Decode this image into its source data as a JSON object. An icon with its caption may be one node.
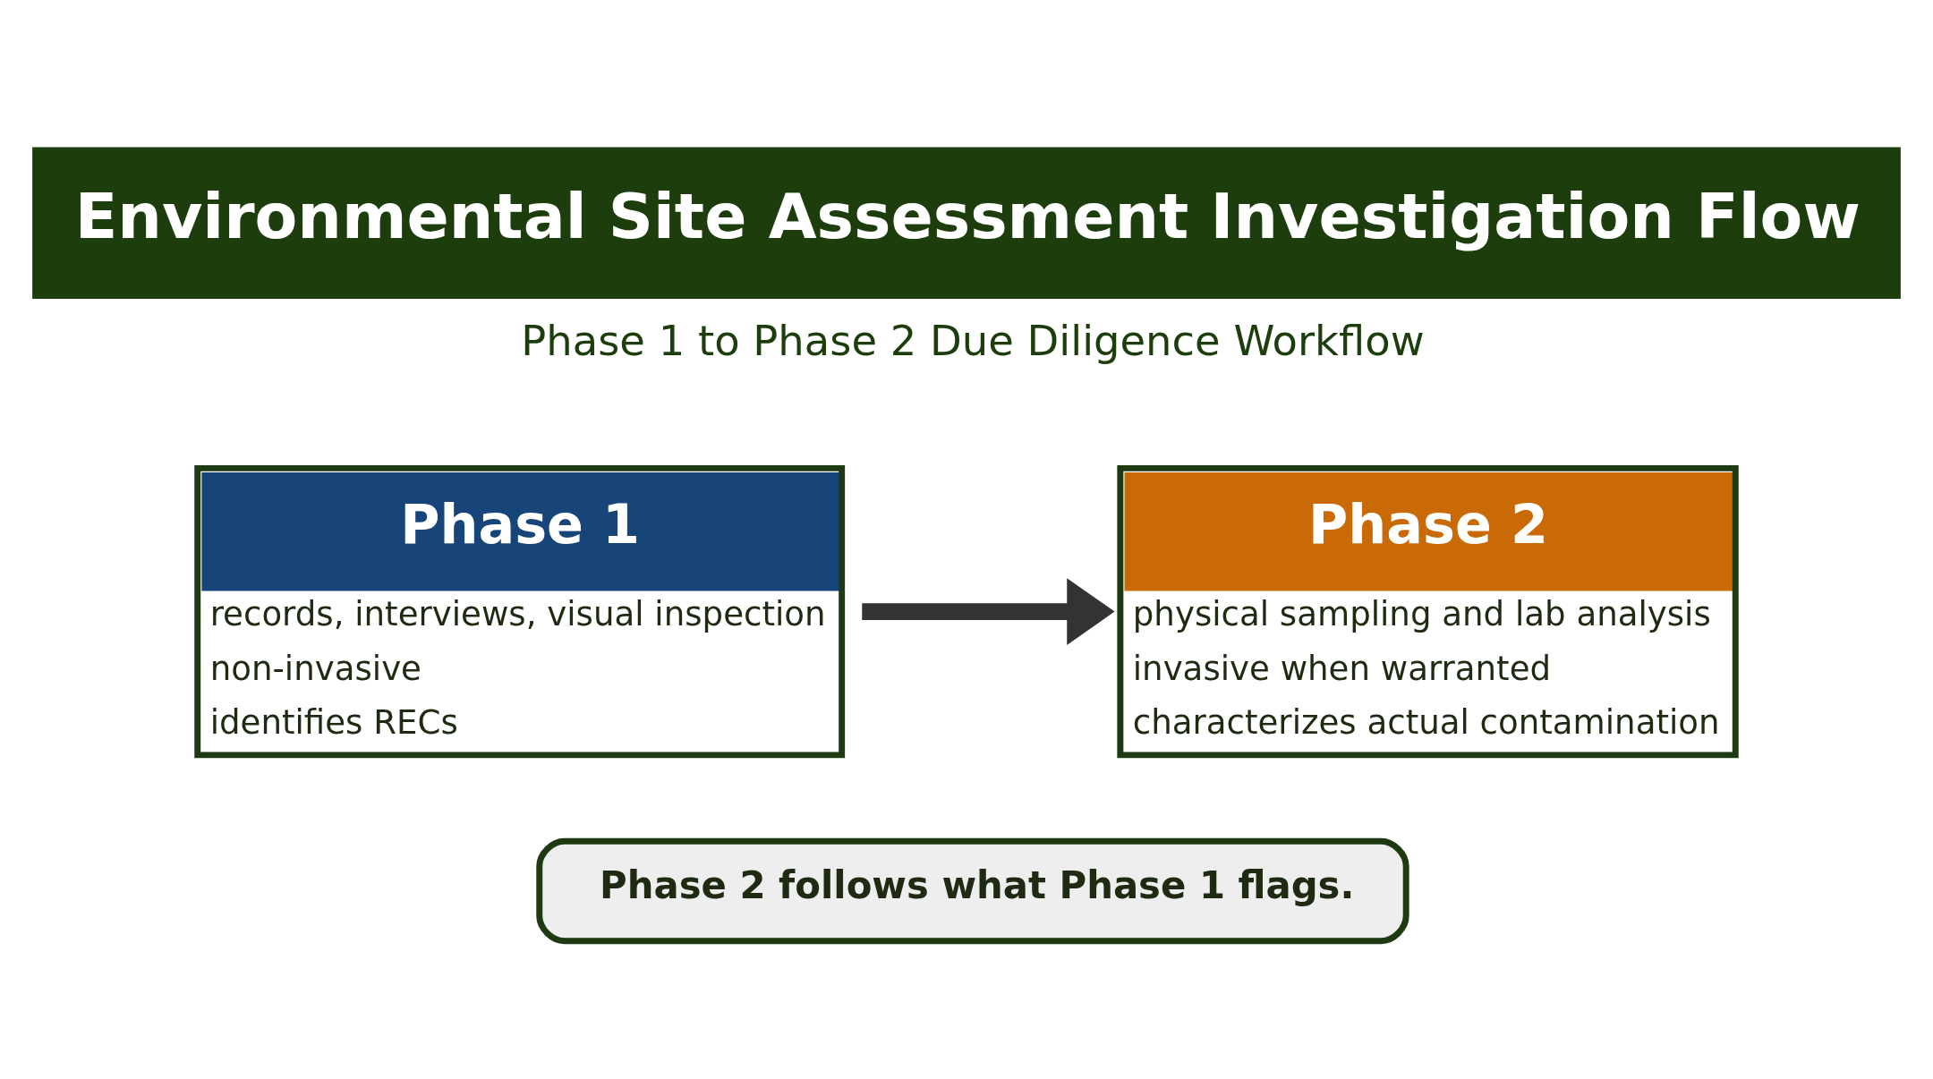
{
  "diagram": {
    "title": "Environmental Site Assessment Investigation Flow",
    "nodes": [
      {
        "text": [
          "Phase 1",
          "records, interviews, visual inspection",
          "non-invasive",
          "identifies RECs"
        ]
      },
      {
        "text": [
          "Phase 2",
          "physical sampling and lab analysis",
          "invasive when warranted",
          "characterizes actual contamination"
        ]
      },
      {
        "text": [
          "Phase 2 follows what Phase 1 flags."
        ]
      }
    ],
    "edges": [
      {
        "from": 0,
        "to": 1,
        "arrow": "to"
      }
    ],
    "labels": [
      "Phase 1 to Phase 2 Due Diligence Workflow"
    ]
  }
}
